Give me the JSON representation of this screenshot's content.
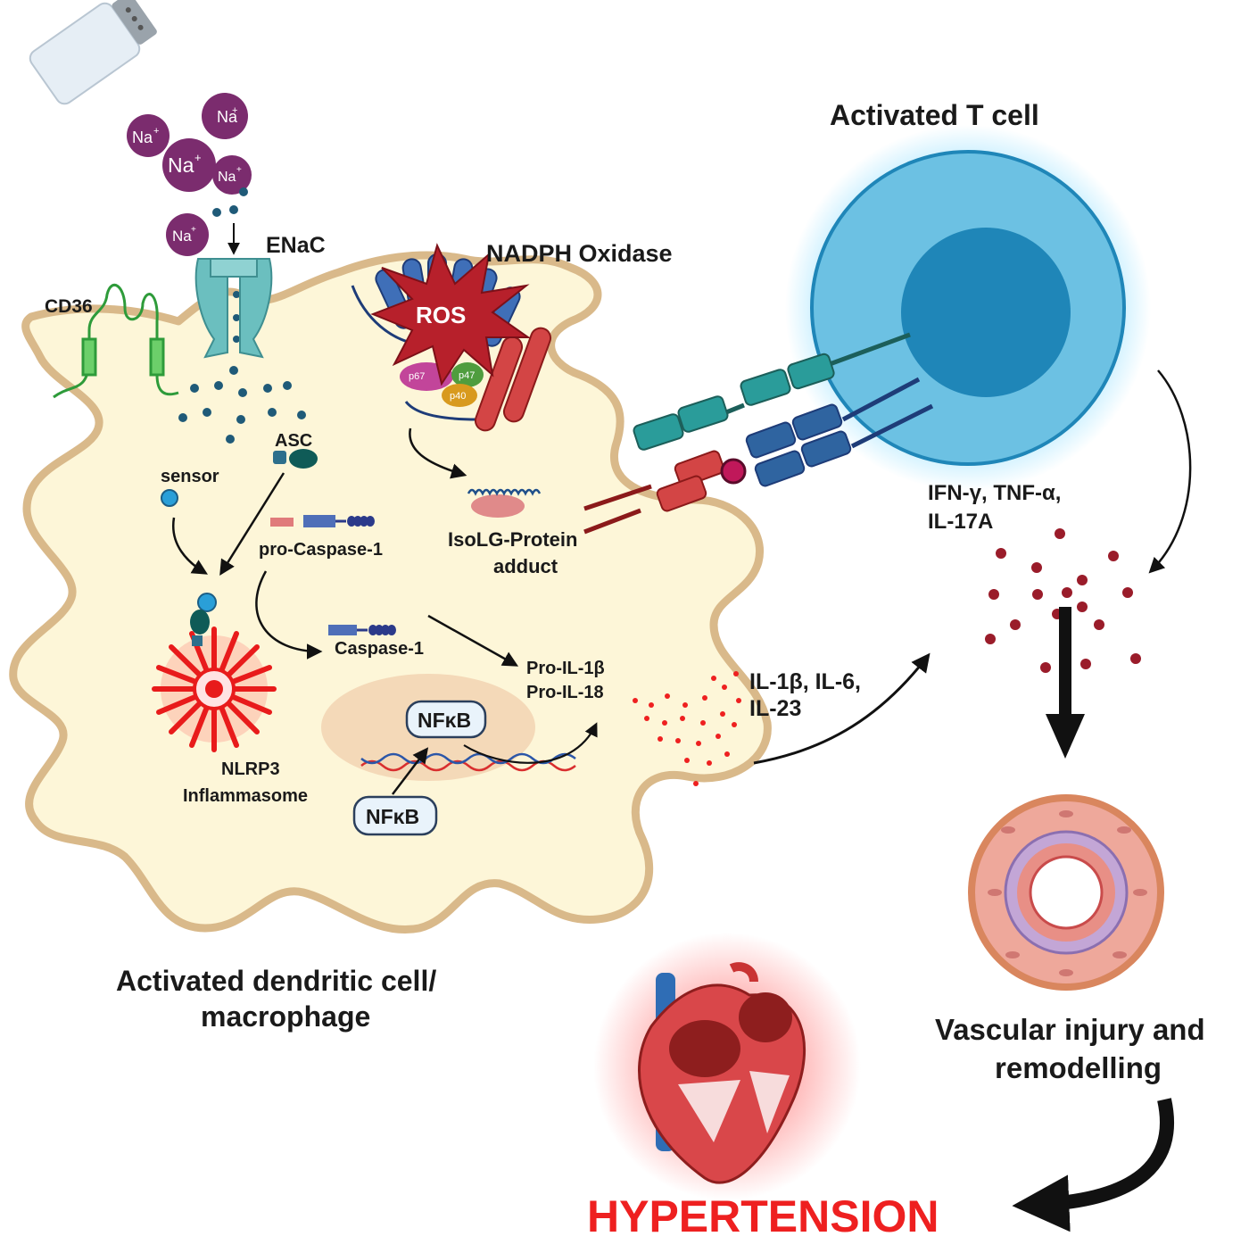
{
  "colors": {
    "cell_fill": "#fdf6d8",
    "cell_stroke": "#d9b98a",
    "sodium": "#7b2c6e",
    "tcell_outer": "#6cc1e3",
    "tcell_inner": "#1f86b8",
    "ros": "#c0262c",
    "red_accent": "#ee2020",
    "dot_dark": "#1f5a78",
    "cytokine_dark": "#9a1c2a",
    "hypertension": "#ee2020",
    "teal": "#2a8f93",
    "blue_receptor": "#2f64a0",
    "nucleus": "#f2d3b3"
  },
  "icons": [
    "salt-shaker-icon",
    "enac-channel-icon",
    "cd36-receptor-icon",
    "nadph-oxidase-icon",
    "ros-burst-icon",
    "nlrp3-inflammasome-icon",
    "dna-helix-icon",
    "heart-icon",
    "blood-vessel-icon",
    "t-cell-icon"
  ],
  "labels": {
    "sodium_ion": "Na",
    "sodium_charge": "+",
    "enac": "ENaC",
    "nadph": "NADPH Oxidase",
    "ros": "ROS",
    "p67": "p67",
    "p47": "p47",
    "p40": "p40",
    "cd36": "CD36",
    "asc": "ASC",
    "sensor": "sensor",
    "pro_caspase": "pro-Caspase-1",
    "caspase": "Caspase-1",
    "isolg_line1": "IsoLG-Protein",
    "isolg_line2": "adduct",
    "pro_il1b": "Pro-IL-1β",
    "pro_il18": "Pro-IL-18",
    "nfkb_nucleus": "NFκB",
    "nfkb_cyto": "NFκB",
    "nlrp3_line1": "NLRP3",
    "nlrp3_line2": "Inflammasome",
    "dc_line1": "Activated dendritic cell/",
    "dc_line2": "macrophage",
    "tcell": "Activated T cell",
    "dc_cytokines_line1": "IL-1β, IL-6,",
    "dc_cytokines_line2": "IL-23",
    "t_cytokines_line1": "IFN-γ, TNF-α,",
    "t_cytokines_line2": "IL-17A",
    "vascular_line1": "Vascular injury and",
    "vascular_line2": "remodelling",
    "hypertension": "HYPERTENSION"
  }
}
